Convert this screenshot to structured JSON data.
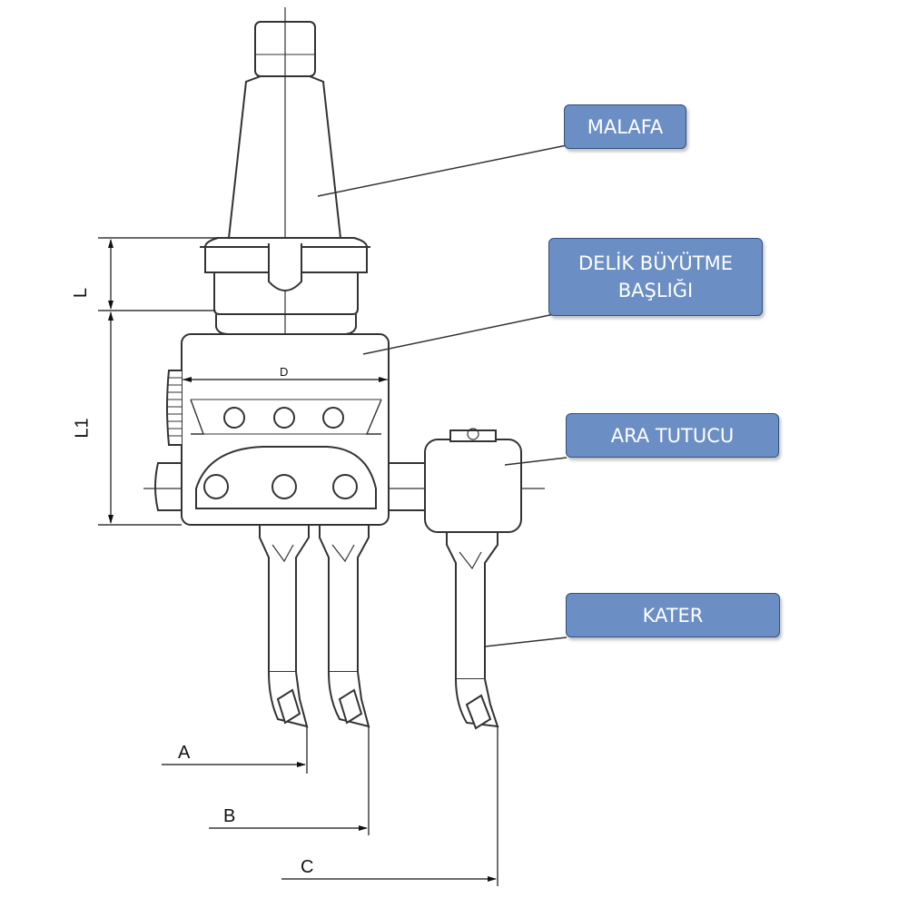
{
  "labels": {
    "malafa": "MALAFA",
    "delik_line1": "DELİK BÜYÜTME",
    "delik_line2": "BAŞLIĞI",
    "ara_tutucu": "ARA TUTUCU",
    "kater": "KATER"
  },
  "dimensions": {
    "l": "L",
    "l1": "L1",
    "d": "D",
    "a": "A",
    "b": "B",
    "c": "C"
  },
  "colors": {
    "callout_fill": "#6b8fc4",
    "callout_border": "#34507e",
    "line": "#333333"
  }
}
